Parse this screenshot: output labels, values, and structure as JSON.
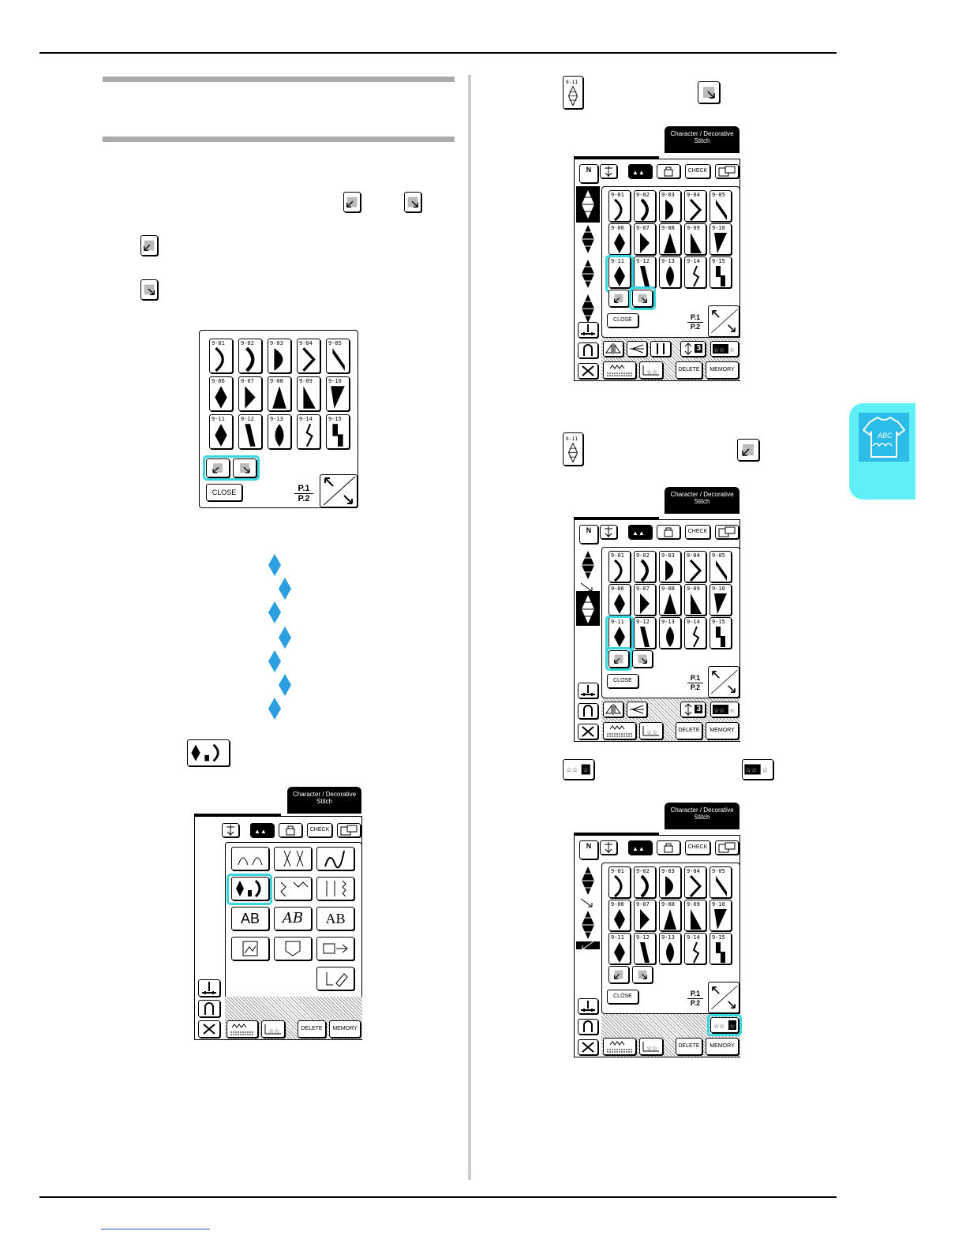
{
  "page": {
    "side_tab_icon_text": "ABC"
  },
  "panel_title": "Character / Decorative Stitch",
  "stitch_numbers": [
    "9-01",
    "9-02",
    "9-03",
    "9-04",
    "9-05",
    "9-06",
    "9-07",
    "9-08",
    "9-09",
    "9-10",
    "9-11",
    "9-12",
    "9-13",
    "9-14",
    "9-15"
  ],
  "labels": {
    "close": "CLOSE",
    "page_top": "P.1",
    "page_bottom": "P.2",
    "check": "CHECK",
    "delete": "DELETE",
    "memory": "MEMORY",
    "n_key": "N",
    "step_key_9_11": "9-11",
    "font_ab_1": "AB",
    "font_ab_2": "AB",
    "font_ab_3": "AB",
    "stitch_count": "3"
  },
  "colors": {
    "highlight": "#3ad6e0",
    "tab": "#5ff0f7",
    "tab_inner": "#2bbde8",
    "diamond": "#2b9fe0"
  }
}
